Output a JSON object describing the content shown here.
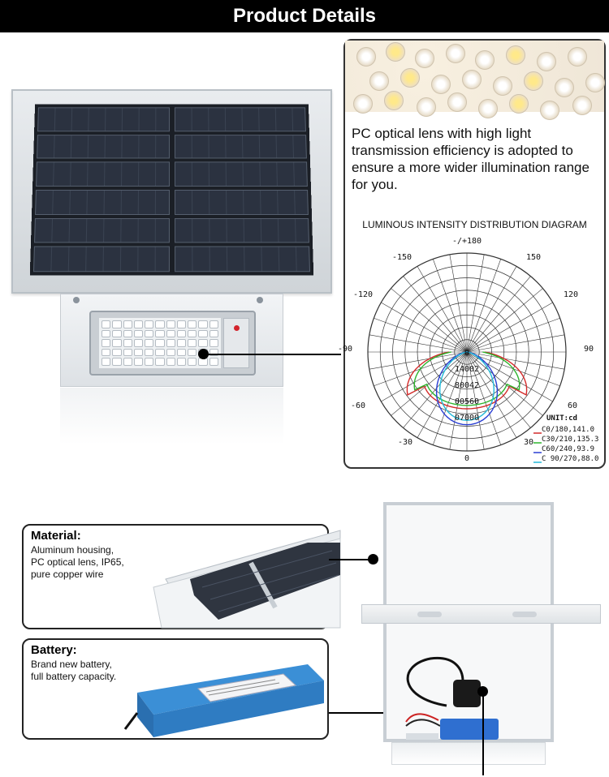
{
  "header": {
    "title": "Product Details"
  },
  "lens_card": {
    "description": "PC optical lens with high light transmission efficiency is adopted to ensure a more wider illumination range for you.",
    "diagram_title": "LUMINOUS INTENSITY DISTRIBUTION DIAGRAM"
  },
  "chart_data": {
    "type": "polar",
    "title": "LUMINOUS INTENSITY DISTRIBUTION DIAGRAM",
    "angle_labels": [
      "-/+180",
      "150",
      "120",
      "90",
      "60",
      "30",
      "0",
      "-30",
      "-60",
      "-90",
      "-120",
      "-150"
    ],
    "radial_labels": [
      "0",
      "14002",
      "80042",
      "00560",
      "07000"
    ],
    "unit": "UNIT:cd",
    "series": [
      {
        "name": "C0/180,141.0",
        "color": "#d32a2a"
      },
      {
        "name": "C30/210,135.3",
        "color": "#2db52d"
      },
      {
        "name": "C60/240,93.9",
        "color": "#2a3fd3"
      },
      {
        "name": "C 90/270,88.0",
        "color": "#22b9d8"
      }
    ]
  },
  "material": {
    "title": "Material:",
    "lines": [
      "Aluminum housing,",
      "PC optical lens,  IP65,",
      "pure copper wire"
    ]
  },
  "battery": {
    "title": "Battery:",
    "lines": [
      "Brand new battery,",
      "full battery capacity."
    ]
  }
}
